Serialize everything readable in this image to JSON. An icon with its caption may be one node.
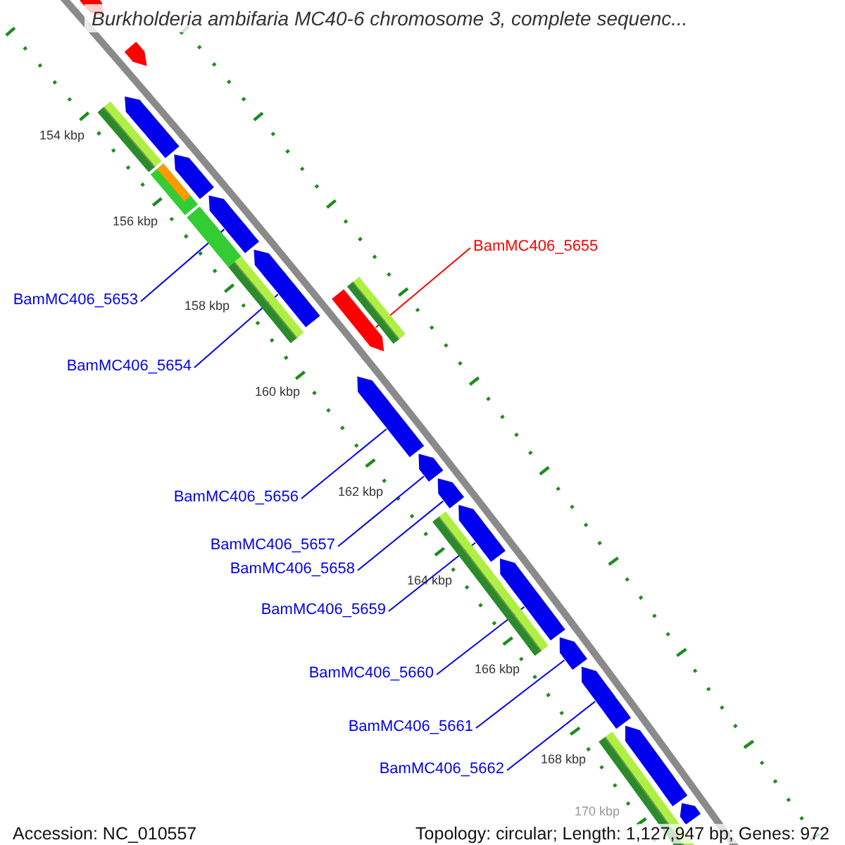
{
  "diagram": {
    "title": "Burkholderia ambifaria MC40-6 chromosome 3, complete sequenc...",
    "nodes": [
      {
        "text": [
          "BamMC406_5655"
        ]
      },
      {
        "text": [
          "BamMC406_5653"
        ]
      },
      {
        "text": [
          "BamMC406_5654"
        ]
      },
      {
        "text": [
          "BamMC406_5656"
        ]
      },
      {
        "text": [
          "BamMC406_5657"
        ]
      },
      {
        "text": [
          "BamMC406_5658"
        ]
      },
      {
        "text": [
          "BamMC406_5659"
        ]
      },
      {
        "text": [
          "BamMC406_5660"
        ]
      },
      {
        "text": [
          "BamMC406_5661"
        ]
      },
      {
        "text": [
          "BamMC406_5662"
        ]
      },
      {
        "text": [],
        "shape": "pentagon"
      },
      {
        "text": [],
        "shape": "pentagon"
      },
      {
        "text": [],
        "shape": "pentagon"
      },
      {
        "text": [],
        "shape": "pentagon"
      },
      {
        "text": [],
        "shape": "pentagon"
      },
      {
        "text": [],
        "shape": "pentagon"
      },
      {
        "text": [],
        "shape": "pentagon"
      },
      {
        "text": [],
        "shape": "pentagon"
      },
      {
        "text": [],
        "shape": "pentagon"
      },
      {
        "text": [],
        "shape": "pentagon"
      },
      {
        "text": [],
        "shape": "pentagon"
      },
      {
        "text": [],
        "shape": "pentagon"
      },
      {
        "text": [],
        "shape": "pentagon"
      },
      {
        "text": [],
        "shape": "pentagon"
      },
      {
        "text": [],
        "shape": "pentagon"
      },
      {
        "text": [],
        "shape": "pentagon"
      }
    ],
    "edges": [
      {
        "from": 0,
        "to": 16,
        "arrow": "none",
        "color": "#ff0000"
      },
      {
        "from": 1,
        "to": 14,
        "arrow": "none"
      },
      {
        "from": 2,
        "to": 15,
        "arrow": "none"
      },
      {
        "from": 3,
        "to": 17,
        "arrow": "none"
      },
      {
        "from": 4,
        "to": 18,
        "arrow": "none"
      },
      {
        "from": 5,
        "to": 19,
        "arrow": "none"
      },
      {
        "from": 6,
        "to": 20,
        "arrow": "none"
      },
      {
        "from": 7,
        "to": 21,
        "arrow": "none"
      },
      {
        "from": 8,
        "to": 22,
        "arrow": "none"
      },
      {
        "from": 9,
        "to": 23,
        "arrow": "none"
      }
    ],
    "labels": [
      "154 kbp",
      "156 kbp",
      "158 kbp",
      "160 kbp",
      "162 kbp",
      "164 kbp",
      "166 kbp",
      "168 kbp",
      "170 kbp",
      "Accession: NC_010557",
      "Topology: circular; Length: 1,127,947 bp; Genes: 972"
    ]
  }
}
